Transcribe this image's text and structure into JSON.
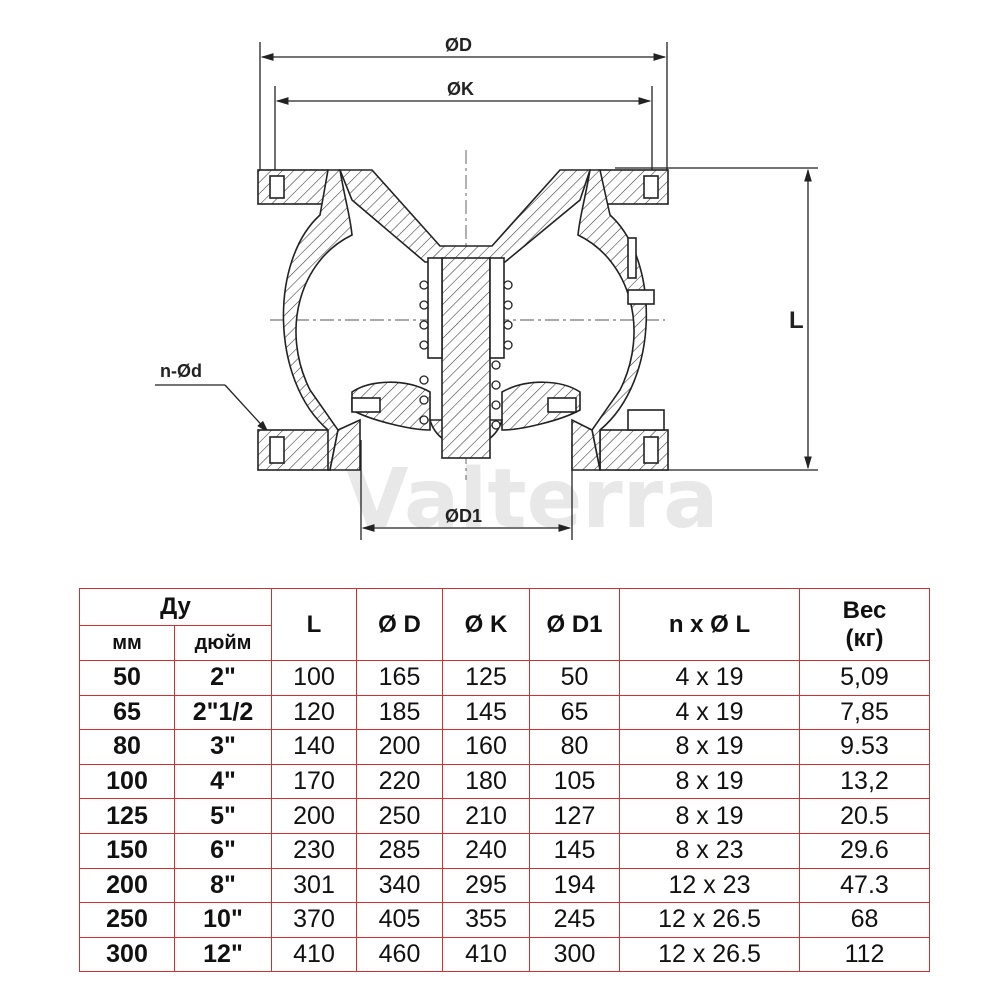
{
  "drawing": {
    "labels": {
      "dia_d": "ØD",
      "dia_k": "ØK",
      "dia_d1": "ØD1",
      "holes": "n-Ød",
      "length": "L"
    },
    "watermark": "Valterra"
  },
  "table": {
    "group_header": "Ду",
    "sub_headers": [
      "мм",
      "дюйм"
    ],
    "headers": [
      "L",
      "Ø D",
      "Ø K",
      "Ø D1",
      "n x Ø L",
      "Вес\n(кг)"
    ],
    "rows": [
      [
        "50",
        "2\"",
        "100",
        "165",
        "125",
        "50",
        "4 x 19",
        "5,09"
      ],
      [
        "65",
        "2\"1/2",
        "120",
        "185",
        "145",
        "65",
        "4 x 19",
        "7,85"
      ],
      [
        "80",
        "3\"",
        "140",
        "200",
        "160",
        "80",
        "8 x 19",
        "9.53"
      ],
      [
        "100",
        "4\"",
        "170",
        "220",
        "180",
        "105",
        "8 x 19",
        "13,2"
      ],
      [
        "125",
        "5\"",
        "200",
        "250",
        "210",
        "127",
        "8 x 19",
        "20.5"
      ],
      [
        "150",
        "6\"",
        "230",
        "285",
        "240",
        "145",
        "8 x 23",
        "29.6"
      ],
      [
        "200",
        "8\"",
        "301",
        "340",
        "295",
        "194",
        "12 x 23",
        "47.3"
      ],
      [
        "250",
        "10\"",
        "370",
        "405",
        "355",
        "245",
        "12 x 26.5",
        "68"
      ],
      [
        "300",
        "12\"",
        "410",
        "460",
        "410",
        "300",
        "12 x 26.5",
        "112"
      ]
    ]
  }
}
